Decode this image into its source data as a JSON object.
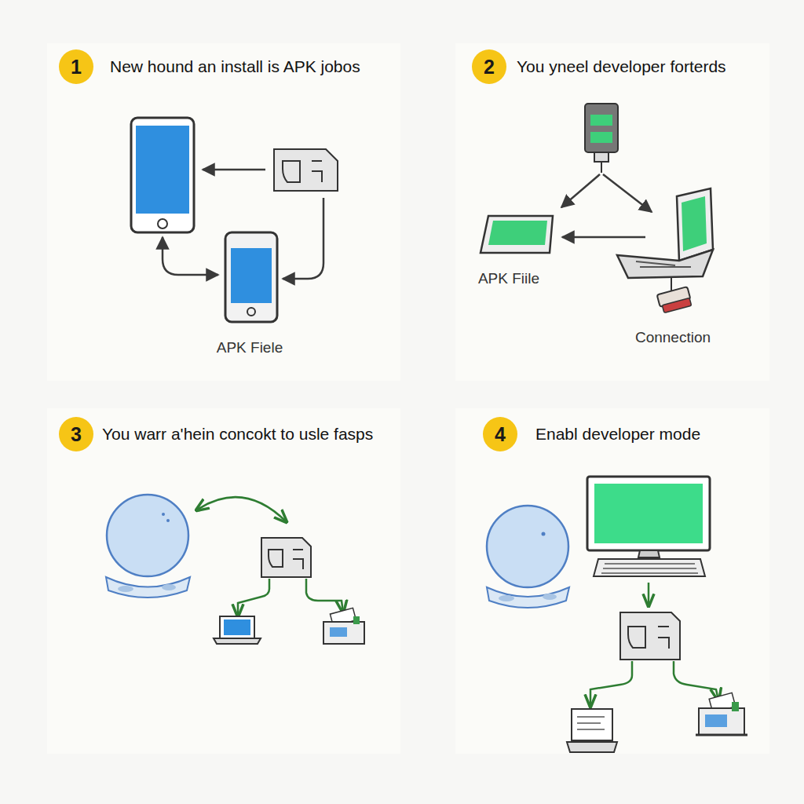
{
  "diagram": {
    "nodes": [
      {
        "text": [
          "1"
        ]
      },
      {
        "text": [
          "2"
        ]
      },
      {
        "text": [
          "3"
        ]
      },
      {
        "text": [
          "4"
        ]
      }
    ],
    "labels": [
      "New hound an install is APK jobos",
      "APK Fiele",
      "You yneel developer forterds",
      "APK Fiile",
      "Connection",
      "You warr a'hein concokt to usle fasps",
      "Enabl developer mode"
    ]
  }
}
